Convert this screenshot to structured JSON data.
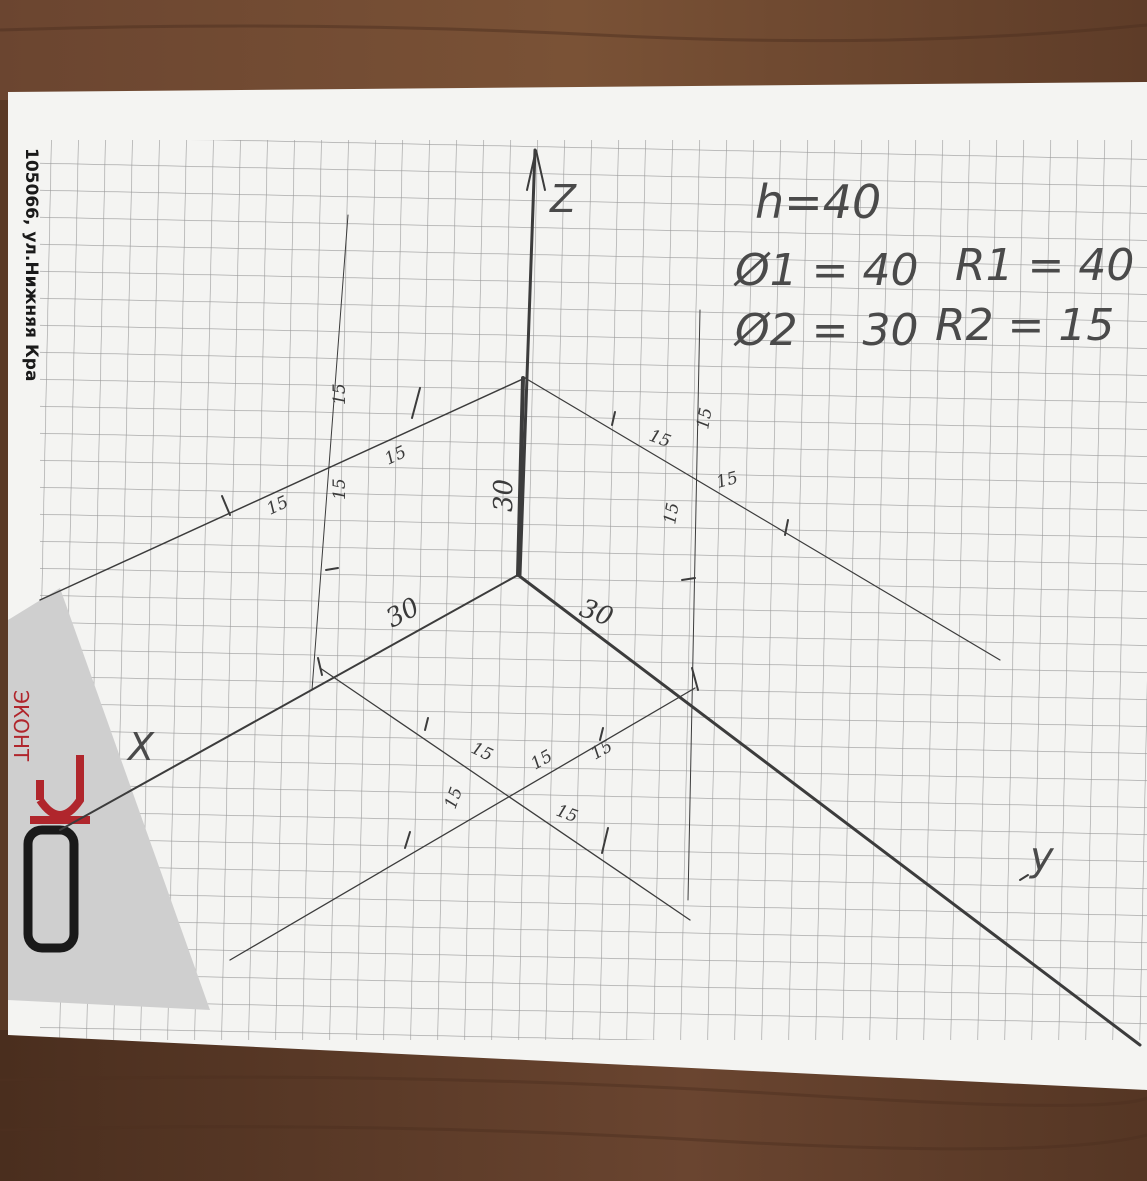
{
  "address_strip": "105066, ул.Нижняя Кра",
  "logo": {
    "mark": "ЭО",
    "text": "ЭКОНТ"
  },
  "formulas": {
    "h": "h=40",
    "d1": "Ø1 = 40",
    "r1": "R1 = 40",
    "d2": "Ø2 = 30",
    "r2": "R2 = 15"
  },
  "axes": {
    "z": "Z",
    "x": "X",
    "y": "y"
  },
  "dimensions": {
    "z_height": "30",
    "x_len": "30",
    "y_len": "30",
    "marks": [
      "15",
      "15",
      "15",
      "15",
      "15",
      "15",
      "15",
      "15",
      "15",
      "15",
      "15",
      "15",
      "15"
    ]
  },
  "colors": {
    "table": "#5a3a26",
    "paper": "#f4f4f2",
    "grid": "#9a9a9a",
    "pencil": "#3c3c3c",
    "logo_red": "#b0262c",
    "logo_panel": "#cfcfcf"
  }
}
